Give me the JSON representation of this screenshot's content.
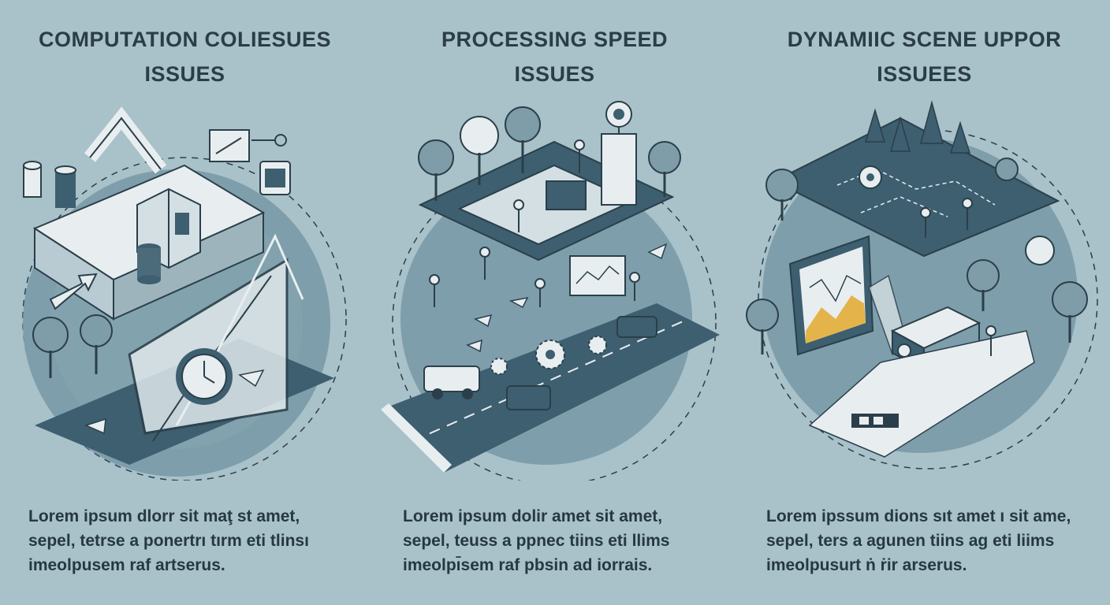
{
  "panels": [
    {
      "title_line1": "COMPUTATION COLIESUES",
      "title_line2": "ISSUES",
      "desc_lines": [
        "Lorem ipsum dlorr sit maţ st amet,",
        "sepel, tetrse a ponertrı tırm eti tlinsı",
        "imeolpusem raf artserus."
      ]
    },
    {
      "title_line1": "PROCESSING SPEED",
      "title_line2": "ISSUES",
      "desc_lines": [
        "Lorem ipsum dolir amet sit amet,",
        "sepel, teuss a ppnec tiins eti llims",
        "imeolpı̄sem raf pbsin ad iorrais."
      ]
    },
    {
      "title_line1": "DYNAMIIC SCENE UPPOR",
      "title_line2": "ISSUEES",
      "desc_lines": [
        "Lorem ipssum dions sıt amet ı sit ame,",
        "sepel, ters a agunen tiins ag eti liims",
        "imeolpusurt ṅ ṙir arserus."
      ]
    }
  ],
  "colors": {
    "background": "#a9c1c9",
    "circle": "#7e9eab",
    "dark": "#3d5f70",
    "light": "#e8eef0",
    "accent": "#e4b44a"
  },
  "icons": [
    "computation-scene-illustration",
    "processing-speed-scene-illustration",
    "dynamic-scene-illustration"
  ]
}
